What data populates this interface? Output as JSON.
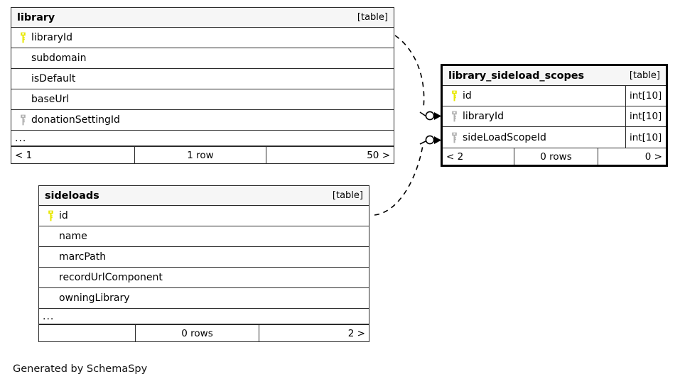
{
  "diagram": {
    "kind_label": "[table]",
    "caption": "Generated by SchemaSpy",
    "ellipsis": "...",
    "colors": {
      "primary_key": "#e8e800",
      "foreign_key": "#b0b0b0",
      "border": "#2b2b2b",
      "header_fill": "#f6f6f6",
      "background": "#ffffff"
    }
  },
  "tables": [
    {
      "id": "library",
      "name": "library",
      "kind": "[table]",
      "emphasis": false,
      "has_more": true,
      "columns": [
        {
          "name": "libraryId",
          "key": "primary",
          "type": ""
        },
        {
          "name": "subdomain",
          "key": "none",
          "type": ""
        },
        {
          "name": "isDefault",
          "key": "none",
          "type": ""
        },
        {
          "name": "baseUrl",
          "key": "none",
          "type": ""
        },
        {
          "name": "donationSettingId",
          "key": "foreign",
          "type": ""
        }
      ],
      "footer": {
        "left": "< 1",
        "middle": "1 row",
        "right": "50 >"
      }
    },
    {
      "id": "library_sideload_scopes",
      "name": "library_sideload_scopes",
      "kind": "[table]",
      "emphasis": true,
      "has_more": false,
      "columns": [
        {
          "name": "id",
          "key": "primary",
          "type": "int[10]"
        },
        {
          "name": "libraryId",
          "key": "foreign",
          "type": "int[10]"
        },
        {
          "name": "sideLoadScopeId",
          "key": "foreign",
          "type": "int[10]"
        }
      ],
      "footer": {
        "left": "< 2",
        "middle": "0 rows",
        "right": "0 >"
      }
    },
    {
      "id": "sideloads",
      "name": "sideloads",
      "kind": "[table]",
      "emphasis": false,
      "has_more": true,
      "columns": [
        {
          "name": "id",
          "key": "primary",
          "type": ""
        },
        {
          "name": "name",
          "key": "none",
          "type": ""
        },
        {
          "name": "marcPath",
          "key": "none",
          "type": ""
        },
        {
          "name": "recordUrlComponent",
          "key": "none",
          "type": ""
        },
        {
          "name": "owningLibrary",
          "key": "none",
          "type": ""
        }
      ],
      "footer": {
        "left": "",
        "middle": "0 rows",
        "right": "2 >"
      }
    }
  ],
  "relationships": [
    {
      "from": "library",
      "from_column": "libraryId",
      "to": "library_sideload_scopes",
      "to_column": "libraryId",
      "style": "dashed"
    },
    {
      "from": "sideloads",
      "from_column": "id",
      "to": "library_sideload_scopes",
      "to_column": "sideLoadScopeId",
      "style": "dashed"
    }
  ]
}
